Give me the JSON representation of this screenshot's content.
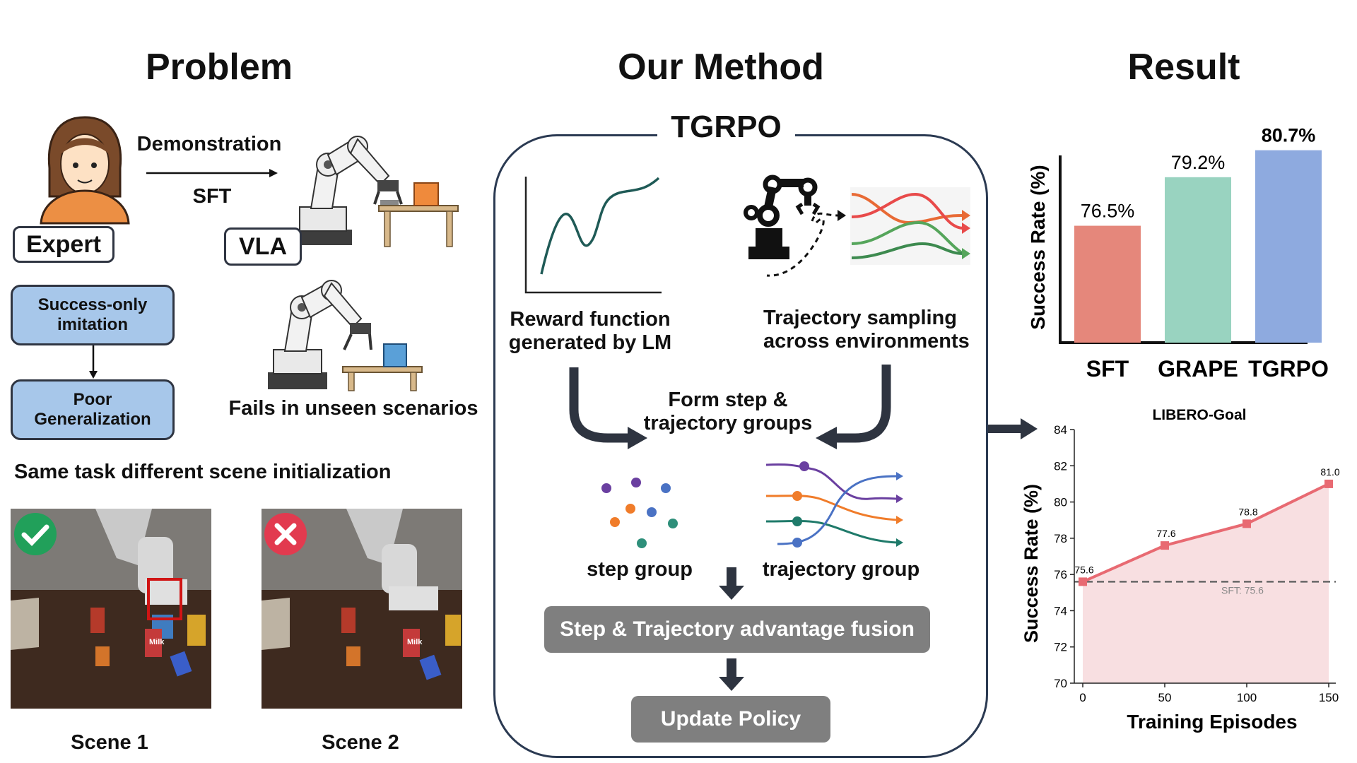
{
  "problem": {
    "heading": "Problem",
    "arrow_top": "Demonstration",
    "arrow_bottom": "SFT",
    "expert_label": "Expert",
    "vla_label": "VLA",
    "flow_box1": "Success-only imitation",
    "flow_box2": "Poor Generalization",
    "fail_caption": "Fails in unseen scenarios",
    "scene_caption": "Same task different scene initialization",
    "scene1_label": "Scene 1",
    "scene2_label": "Scene 2",
    "scene1_product": "Milk",
    "scene2_product": "Milk"
  },
  "method": {
    "heading": "Our Method",
    "panel_title": "TGRPO",
    "reward_label": "Reward function generated by LM",
    "sampling_label": "Trajectory sampling across environments",
    "form_label": "Form step & trajectory groups",
    "step_group_label": "step group",
    "traj_group_label": "trajectory group",
    "fusion_label": "Step & Trajectory advantage fusion",
    "update_label": "Update Policy"
  },
  "result": {
    "heading": "Result",
    "colors": {
      "bar_sft": "#e5877b",
      "bar_grape": "#99d3c0",
      "bar_tgrpo": "#8eaadf",
      "line": "#e86a72",
      "fill": "#f7d9dc"
    }
  },
  "chart_data": [
    {
      "type": "bar",
      "categories": [
        "SFT",
        "GRAPE",
        "TGRPO"
      ],
      "values": [
        76.5,
        79.2,
        80.7
      ],
      "value_labels": [
        "76.5%",
        "79.2%",
        "80.7%"
      ],
      "ylabel": "Success Rate (%)",
      "title": "",
      "grid": false
    },
    {
      "type": "line",
      "title": "LIBERO-Goal",
      "x": [
        0,
        50,
        100,
        150
      ],
      "values": [
        75.6,
        77.6,
        78.8,
        81.0
      ],
      "point_labels": [
        "75.6",
        "77.6",
        "78.8",
        "81.0"
      ],
      "xlabel": "Training Episodes",
      "ylabel": "Success Rate (%)",
      "ylim": [
        70,
        84
      ],
      "yticks": [
        70,
        72,
        74,
        76,
        78,
        80,
        82,
        84
      ],
      "xticks": [
        0,
        50,
        100,
        150
      ],
      "baseline": {
        "value": 75.6,
        "label": "SFT: 75.6"
      },
      "grid": false
    }
  ]
}
